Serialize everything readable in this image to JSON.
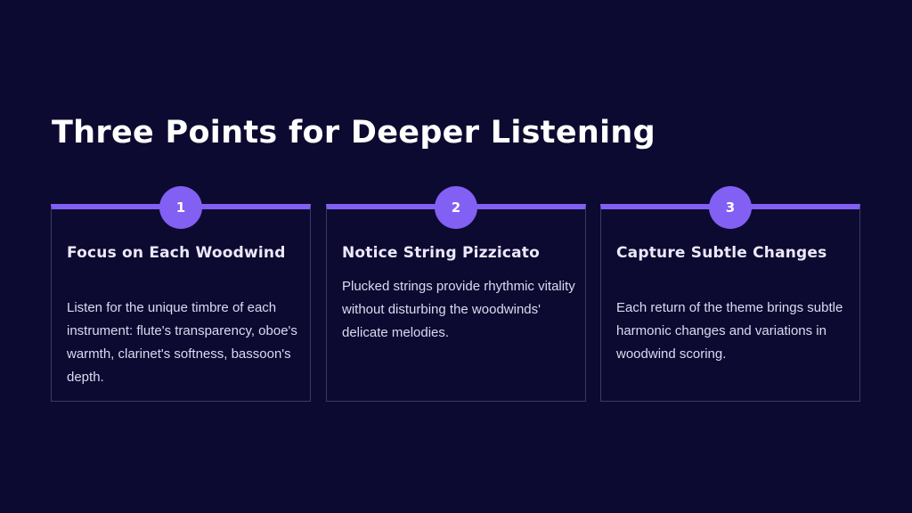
{
  "slide": {
    "title": "Three Points for Deeper Listening"
  },
  "cards": [
    {
      "number": "1",
      "title": "Focus on Each Woodwind",
      "body": "Listen for the unique timbre of each instrument: flute's transparency, oboe's warmth, clarinet's softness, bassoon's depth."
    },
    {
      "number": "2",
      "title": "Notice String Pizzicato",
      "body": "Plucked strings provide rhythmic vitality without disturbing the woodwinds' delicate melodies."
    },
    {
      "number": "3",
      "title": "Capture Subtle Changes",
      "body": "Each return of the theme brings subtle harmonic changes and variations in woodwind scoring."
    }
  ],
  "colors": {
    "background": "#0c0a30",
    "accent": "#8160f3",
    "card_border": "#3b3a62",
    "text": "#ffffff"
  }
}
